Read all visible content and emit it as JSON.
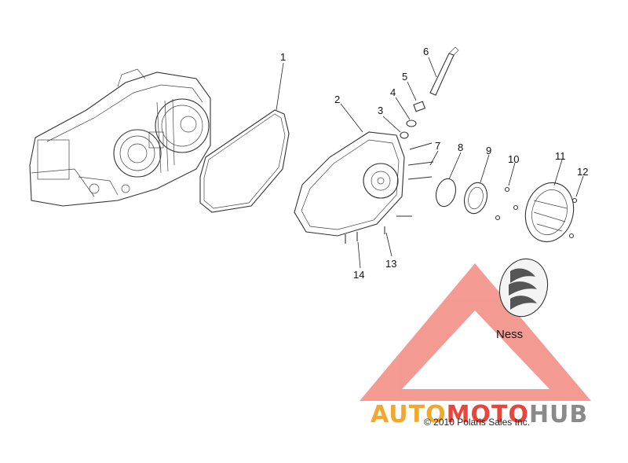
{
  "callouts": [
    {
      "id": "1",
      "text": "1"
    },
    {
      "id": "2",
      "text": "2"
    },
    {
      "id": "3",
      "text": "3"
    },
    {
      "id": "4",
      "text": "4"
    },
    {
      "id": "5",
      "text": "5"
    },
    {
      "id": "6",
      "text": "6"
    },
    {
      "id": "7",
      "text": "7"
    },
    {
      "id": "8",
      "text": "8"
    },
    {
      "id": "9",
      "text": "9"
    },
    {
      "id": "10",
      "text": "10"
    },
    {
      "id": "11",
      "text": "11"
    },
    {
      "id": "12",
      "text": "12"
    },
    {
      "id": "13",
      "text": "13"
    },
    {
      "id": "14",
      "text": "14"
    }
  ],
  "ness_label": "Ness",
  "copyright": "© 2010 Polaris Sales Inc.",
  "watermark": {
    "part1": "AUTO",
    "part2": "MOTO",
    "part3": "HUB",
    "color_orange": "#f0a830",
    "color_red": "#e8463c",
    "color_gray": "#8a8a8a"
  }
}
